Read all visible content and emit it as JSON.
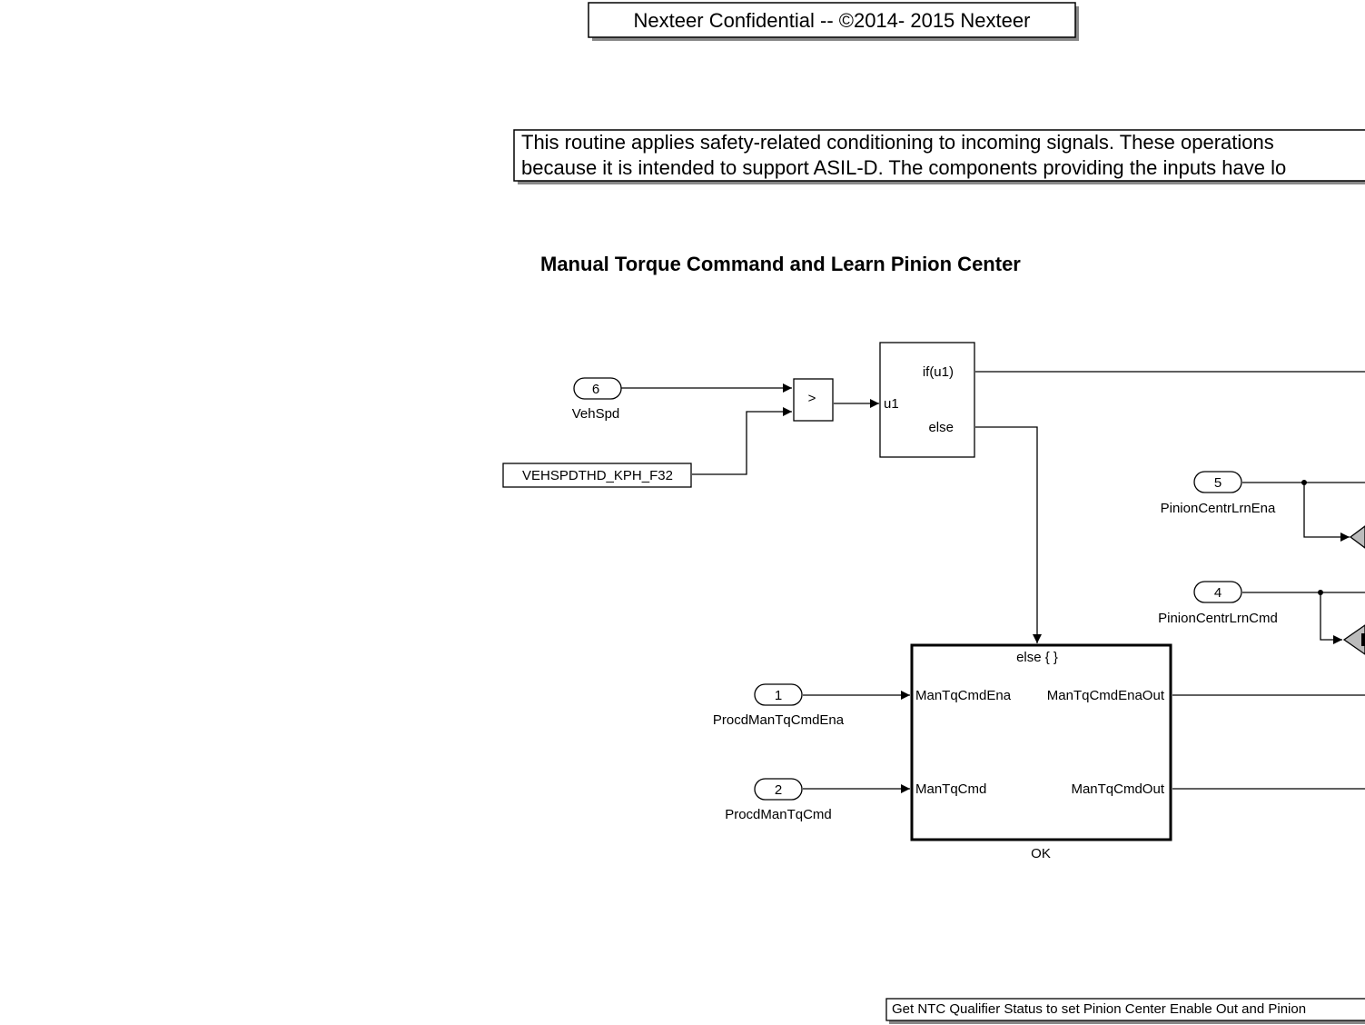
{
  "header": {
    "confidential": "Nexteer Confidential -- ©2014- 2015 Nexteer",
    "note_line1": "This routine applies safety-related conditioning to incoming signals.  These operations",
    "note_line2": "because it is intended to support ASIL-D.  The components providing the inputs have lo",
    "title": "Manual Torque Command and Learn Pinion Center"
  },
  "inports": {
    "vehspd": {
      "num": "6",
      "name": "VehSpd"
    },
    "pinion_lrn_ena": {
      "num": "5",
      "name": "PinionCentrLrnEna"
    },
    "pinion_lrn_cmd": {
      "num": "4",
      "name": "PinionCentrLrnCmd"
    },
    "man_tq_ena": {
      "num": "1",
      "name": "ProcdManTqCmdEna"
    },
    "man_tq_cmd": {
      "num": "2",
      "name": "ProcdManTqCmd"
    }
  },
  "constant": {
    "label": "VEHSPDTHD_KPH_F32"
  },
  "relational": {
    "op": ">"
  },
  "if_block": {
    "input": "u1",
    "out_if": "if(u1)",
    "out_else": "else"
  },
  "subsystem": {
    "header": "else { }",
    "in1": "ManTqCmdEna",
    "in2": "ManTqCmd",
    "out1": "ManTqCmdEnaOut",
    "out2": "ManTqCmdOut",
    "name": "OK"
  },
  "footer_note": "Get NTC Qualifier Status to set Pinion Center Enable Out and Pinion"
}
